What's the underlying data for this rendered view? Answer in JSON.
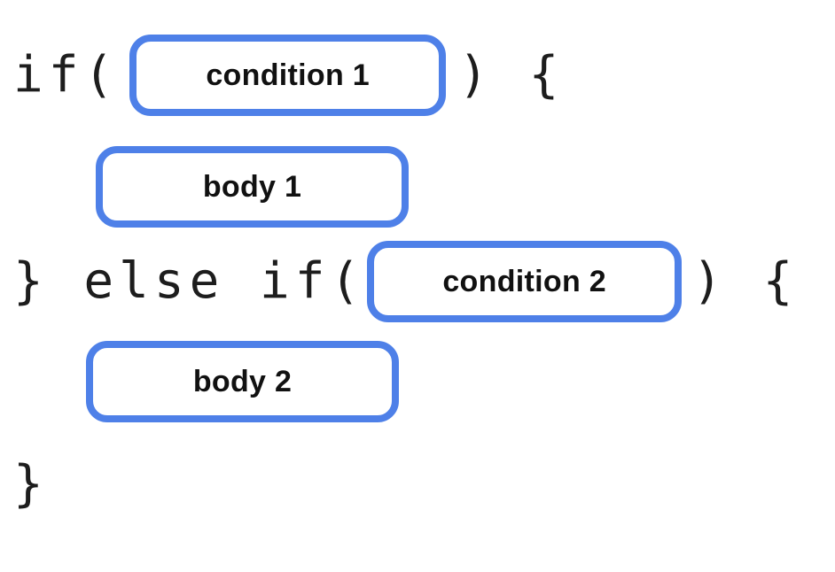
{
  "diagram": {
    "accent_color": "#4e80e8",
    "code_color": "#1d1d1d",
    "lines": [
      {
        "pre": "if(",
        "slot": "condition 1",
        "post": ") {"
      },
      {
        "slot": "body 1"
      },
      {
        "pre": "} else if(",
        "slot": "condition 2",
        "post": ") {"
      },
      {
        "slot": "body 2"
      },
      {
        "pre": "}"
      }
    ]
  }
}
